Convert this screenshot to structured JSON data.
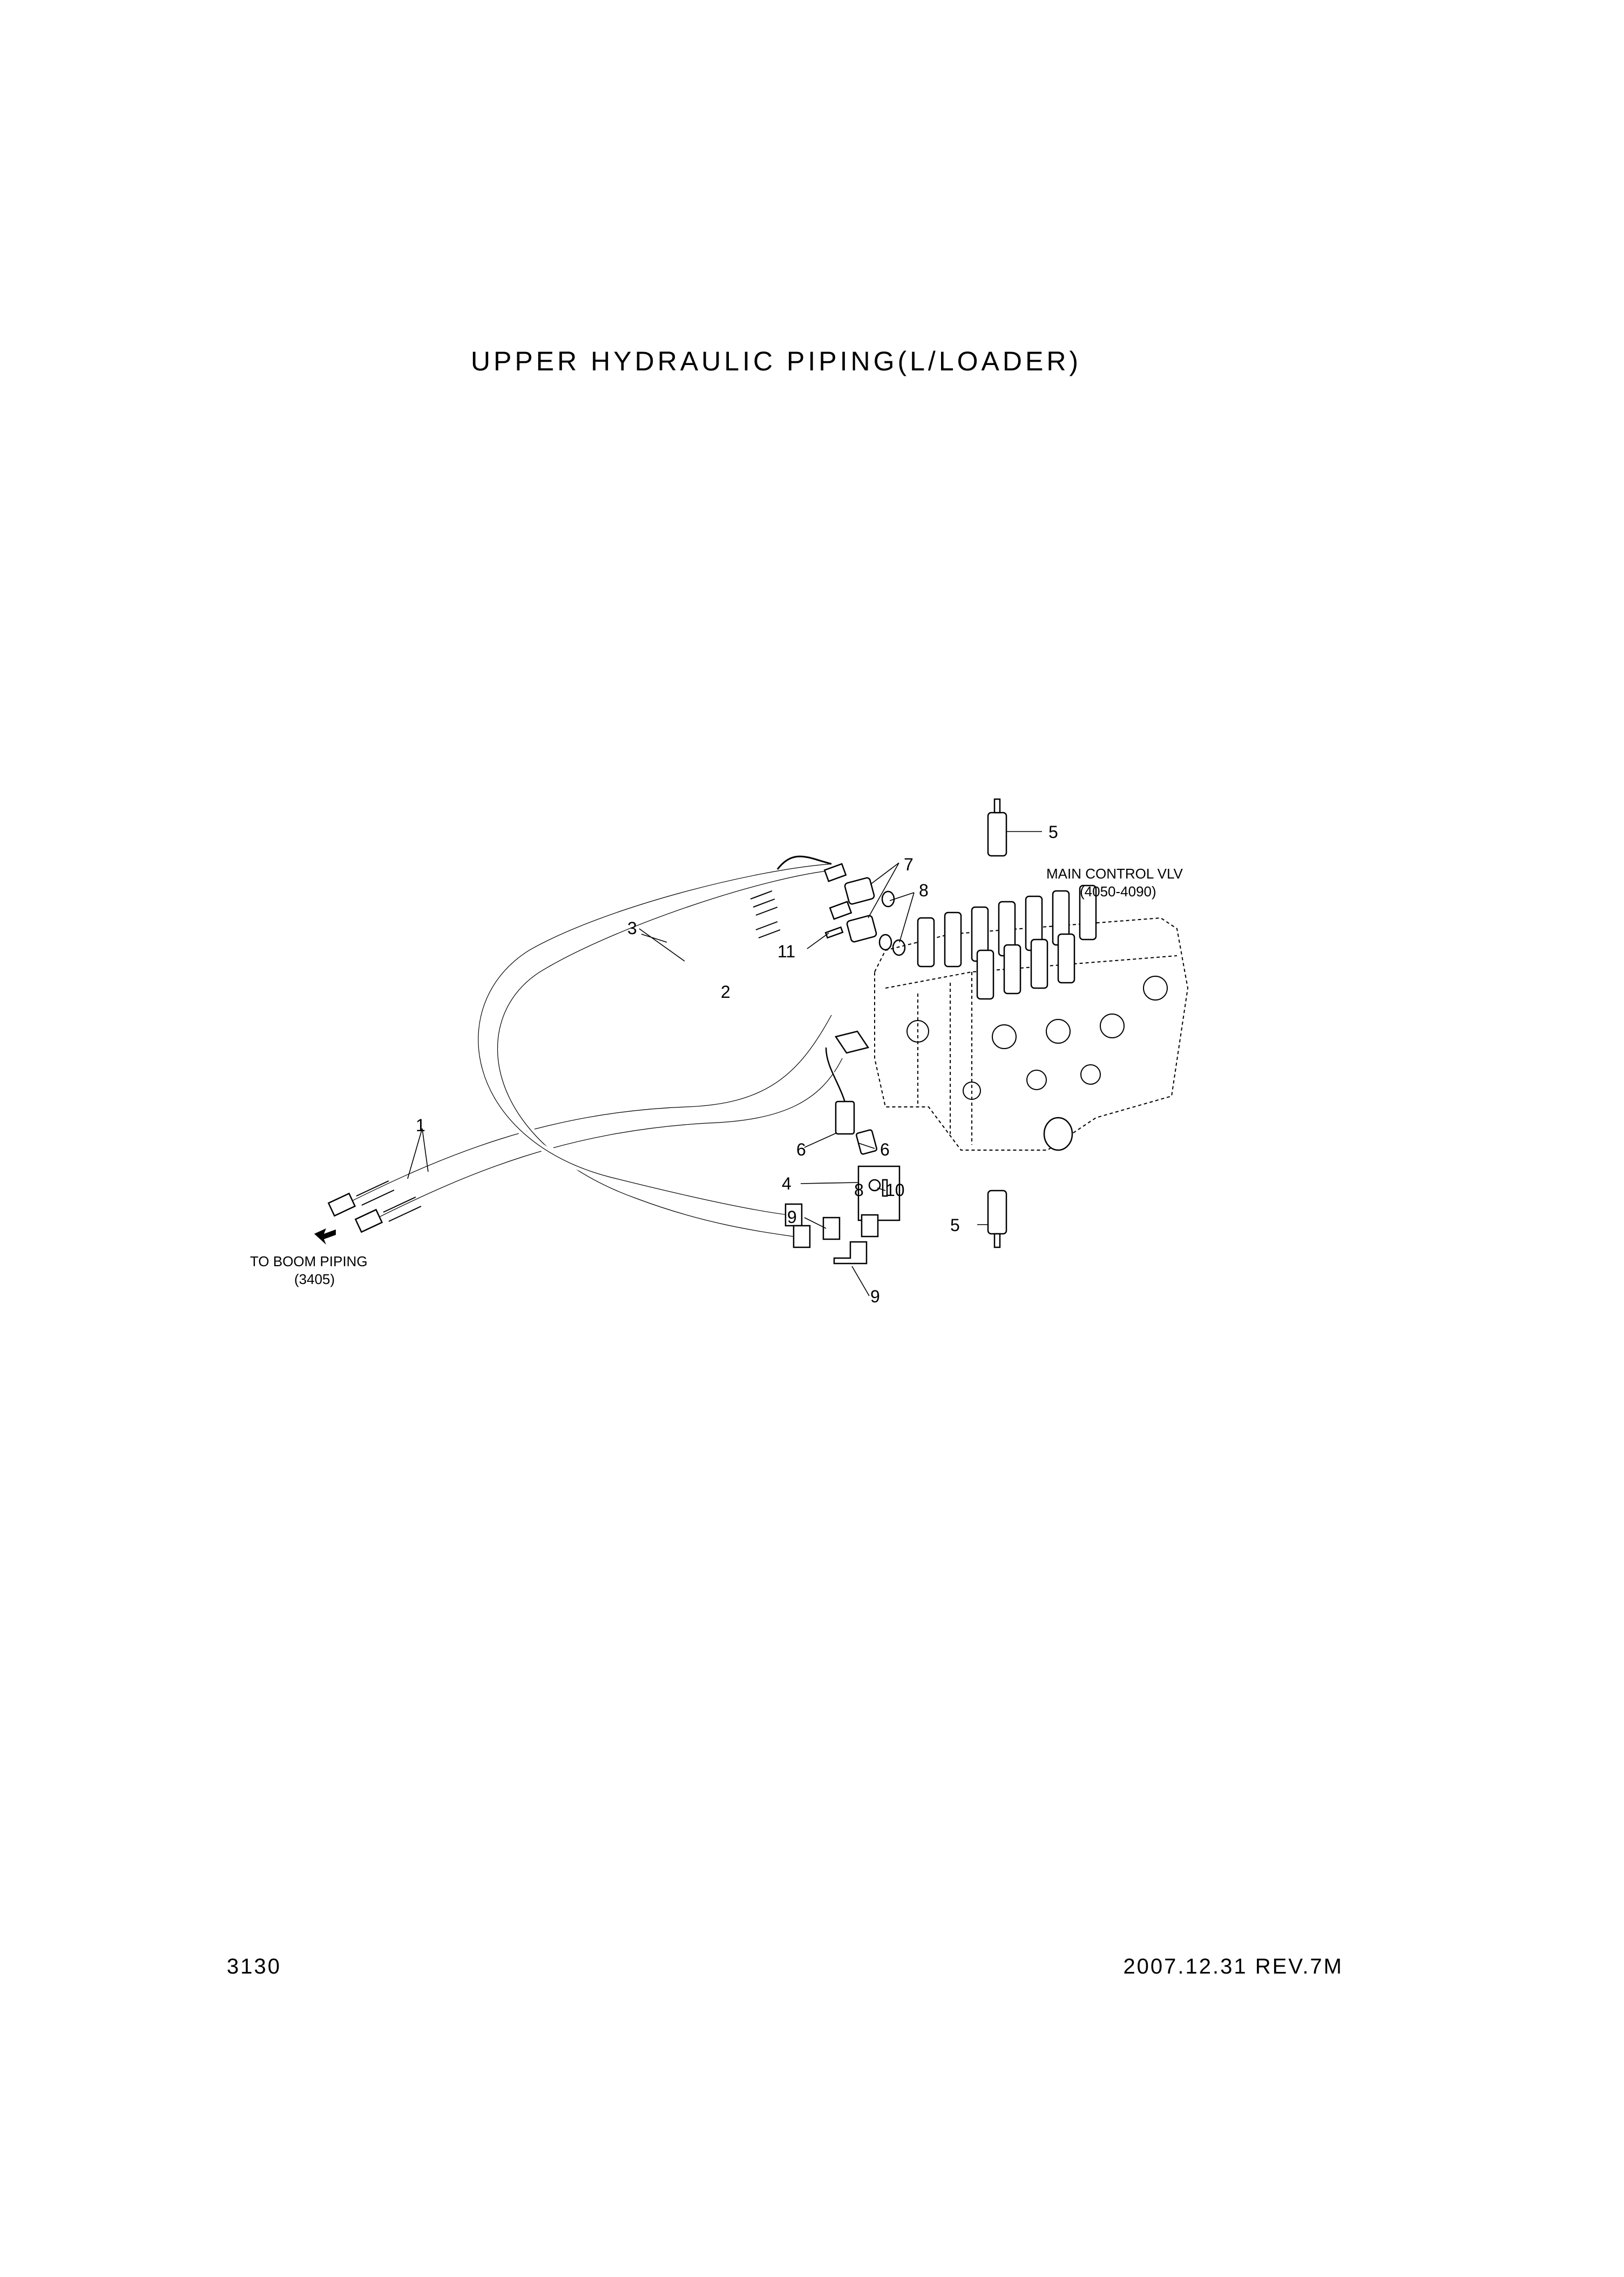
{
  "title": "UPPER HYDRAULIC PIPING(L/LOADER)",
  "page_number": "3130",
  "revision": "2007.12.31 REV.7M",
  "callouts": {
    "c1": "1",
    "c2": "2",
    "c3": "3",
    "c4": "4",
    "c5a": "5",
    "c5b": "5",
    "c6a": "6",
    "c6b": "6",
    "c7": "7",
    "c8a": "8",
    "c8b": "8",
    "c9a": "9",
    "c9b": "9",
    "c10": "10",
    "c11": "11"
  },
  "notes": {
    "main_valve_line1": "MAIN CONTROL VLV",
    "main_valve_line2": "(4050-4090)",
    "boom_line1": "TO BOOM PIPING",
    "boom_line2": "(3405)"
  }
}
